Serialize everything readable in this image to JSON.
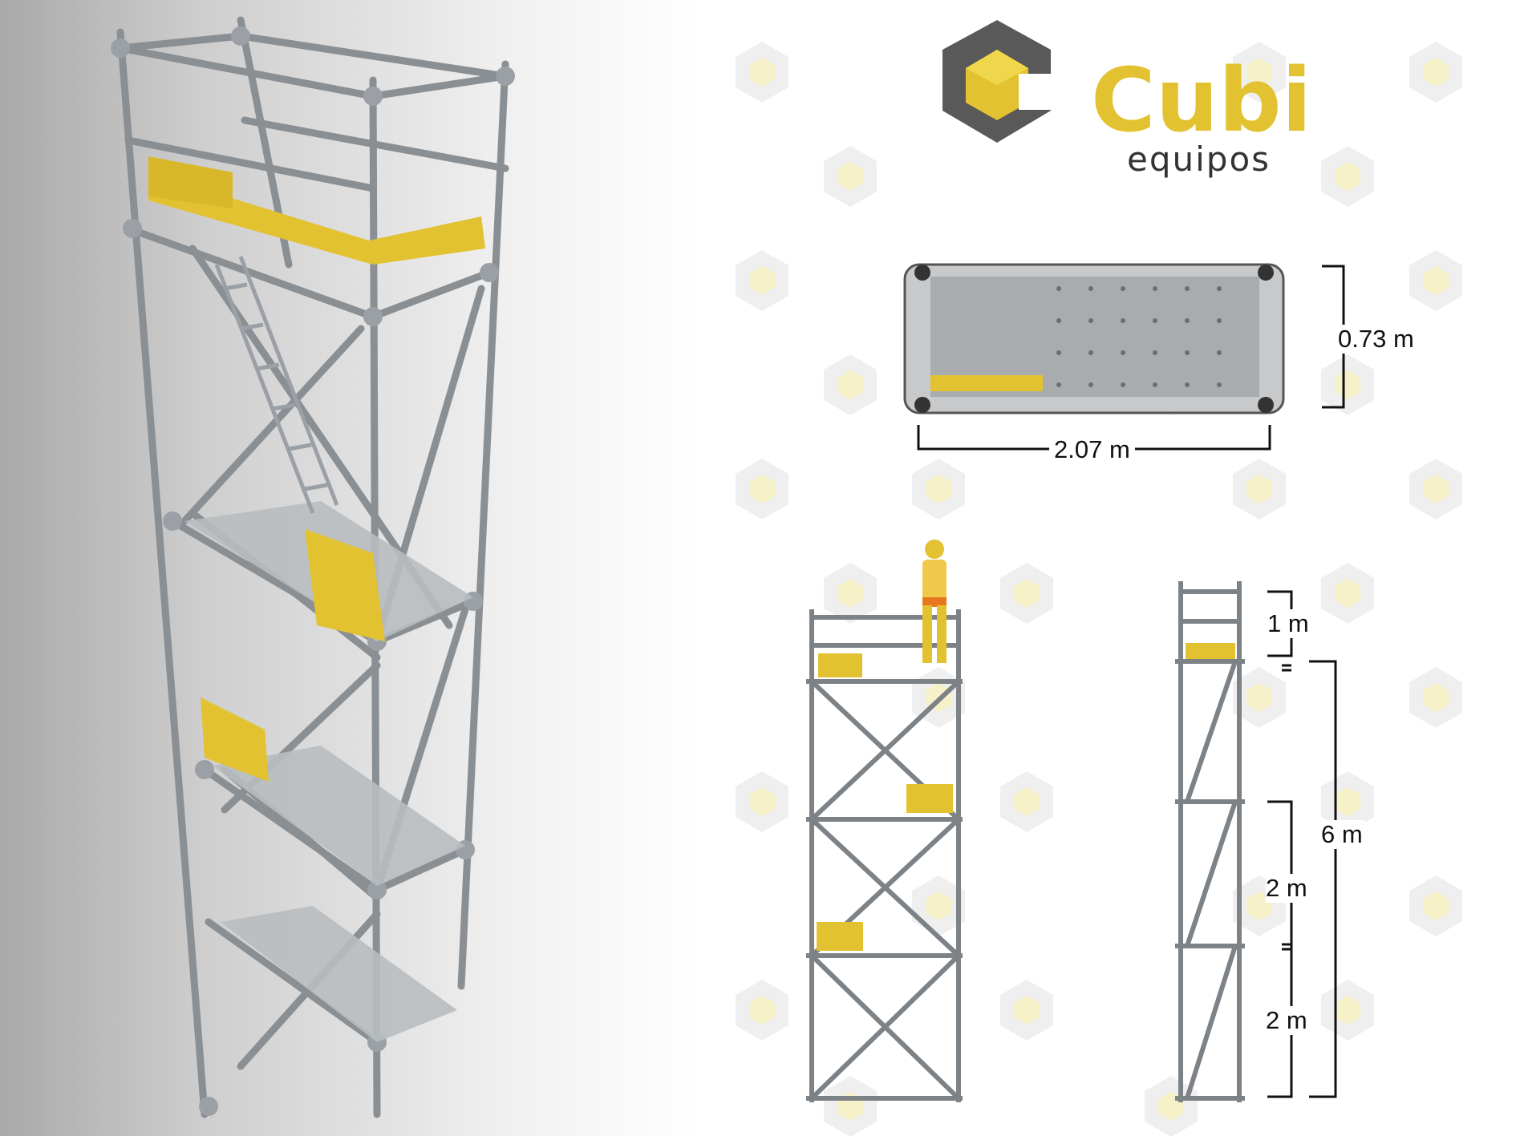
{
  "brand": {
    "name": "Cubi",
    "tagline": "equipos",
    "primary_color": "#e2c230",
    "secondary_color": "#555555"
  },
  "top_view": {
    "width_label": "0.73 m",
    "length_label": "2.07 m"
  },
  "side_view": {
    "segment_top": "1 m",
    "segment_middle": "2 m",
    "segment_bottom": "2 m",
    "total_height": "6 m"
  },
  "panel_brand": {
    "name": "Cubi",
    "tagline": "equipos"
  },
  "icons": {
    "logo": "cube-c-logo-icon",
    "worker": "worker-figure-icon"
  }
}
